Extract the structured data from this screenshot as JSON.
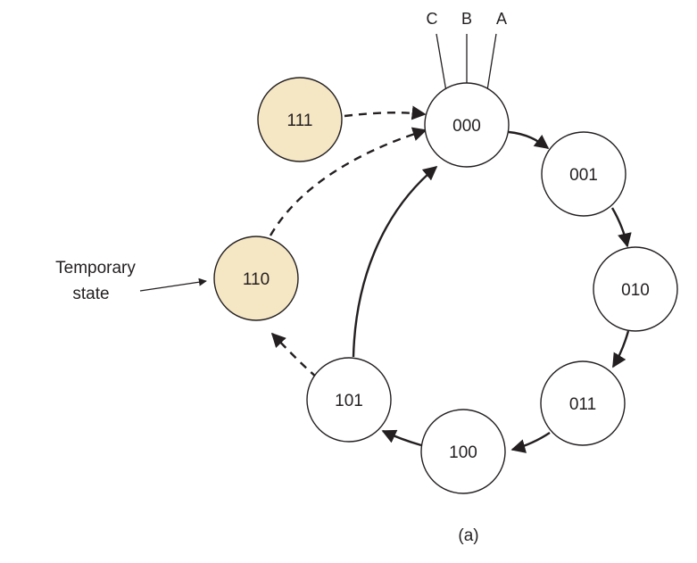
{
  "inputs": [
    "C",
    "B",
    "A"
  ],
  "states": {
    "s000": "000",
    "s001": "001",
    "s010": "010",
    "s011": "011",
    "s100": "100",
    "s101": "101",
    "s110": "110",
    "s111": "111"
  },
  "annotation": {
    "line1": "Temporary",
    "line2": "state"
  },
  "caption": "(a)",
  "colors": {
    "stroke": "#231f20",
    "normal_fill": "#ffffff",
    "unused_fill": "#f5e6c4"
  }
}
